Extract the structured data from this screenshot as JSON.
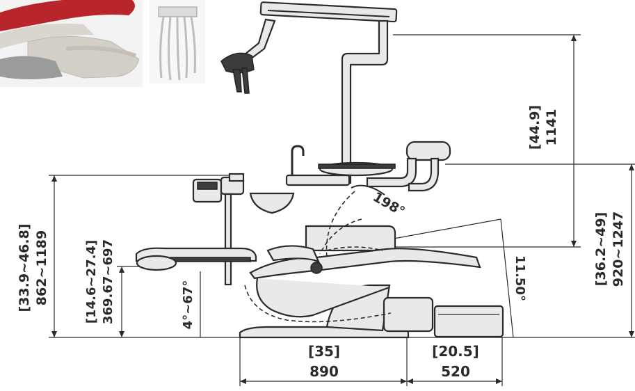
{
  "dimensions": {
    "base_length_in": "[35]",
    "base_length_mm": "890",
    "stool_length_in": "[20.5]",
    "stool_length_mm": "520",
    "tray_height_in": "[33.9~46.8]",
    "tray_height_mm": "862~1189",
    "seat_height_in": "[14.6~27.4]",
    "seat_height_mm": "369.67~697",
    "backrest_angle": "4°~67°",
    "swivel_angle": "198°",
    "tilt_angle": "11.50°",
    "lamp_height_in": "[44.9]",
    "lamp_height_mm": "1141",
    "overall_height_in": "[36.2~49]",
    "overall_height_mm": "920~1247"
  },
  "colors": {
    "accent": "#b8262c",
    "line": "#2a2a2a"
  }
}
